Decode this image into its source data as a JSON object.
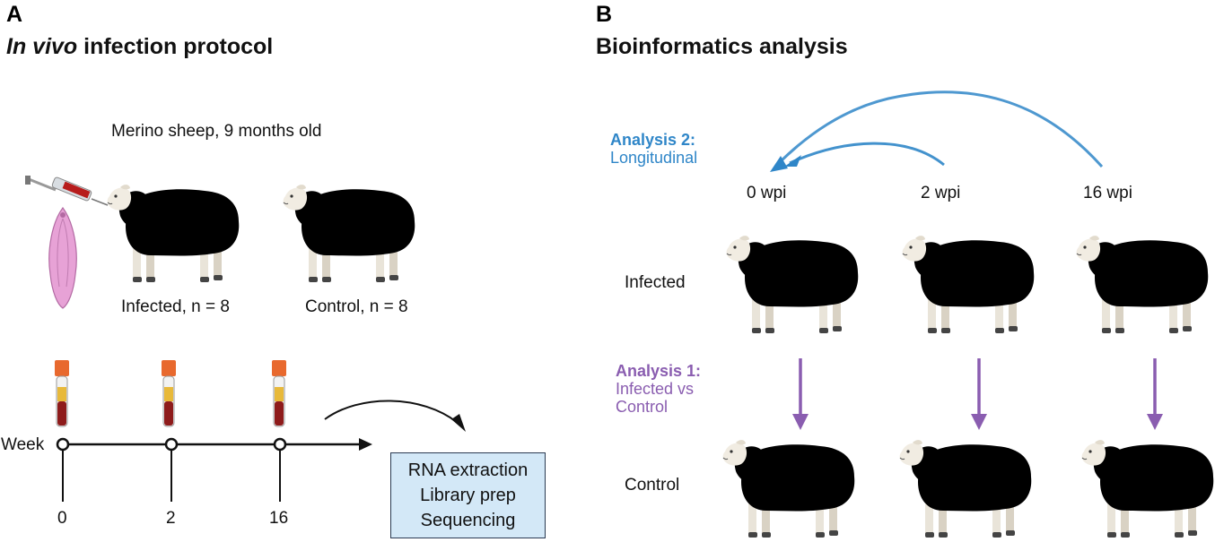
{
  "panel_a": {
    "letter": "A",
    "title_italic": "In vivo",
    "title_rest": " infection protocol",
    "subtitle": "Merino sheep, 9 months old",
    "infected_label": "Infected, n = 8",
    "control_label": "Control, n = 8",
    "timeline_label": "Week",
    "timeline_ticks": [
      "0",
      "2",
      "16"
    ],
    "process_box": [
      "RNA extraction",
      "Library prep",
      "Sequencing"
    ]
  },
  "panel_b": {
    "letter": "B",
    "title": "Bioinformatics analysis",
    "analysis2_title": "Analysis 2:",
    "analysis2_desc": "Longitudinal",
    "timepoints": [
      "0 wpi",
      "2 wpi",
      "16 wpi"
    ],
    "row_infected": "Infected",
    "row_control": "Control",
    "analysis1_title": "Analysis 1:",
    "analysis1_desc": [
      "Infected vs",
      "Control"
    ]
  },
  "colors": {
    "infected_sheep": "#8f8272",
    "control_sheep": "#d8cdb9",
    "analysis2_blue": "#2f86c8",
    "analysis1_purple": "#8a5db0",
    "box_fill": "#d3e8f7",
    "blood": "#8e1b1b",
    "tube_cap": "#e8692e",
    "parasite": "#e7a2d6"
  }
}
